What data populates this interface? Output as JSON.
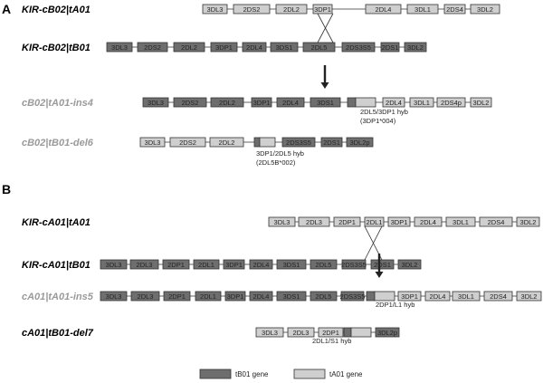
{
  "colors": {
    "tB01": "#6e6e6e",
    "tA01": "#cfcfcf",
    "dark_label": "#000000",
    "grey_label": "#9a9a9a",
    "stroke": "#333333"
  },
  "panels": [
    {
      "id": "panel-a",
      "label": "A"
    },
    {
      "id": "panel-b",
      "label": "B"
    }
  ],
  "rows": [
    {
      "id": "kir-cb02-ta01",
      "label": "KIR-cB02|tA01",
      "label_color": "dark",
      "genes": [
        {
          "name": "3DL3",
          "type": "tA01"
        },
        {
          "name": "2DS2",
          "type": "tA01"
        },
        {
          "name": "2DL2",
          "type": "tA01"
        },
        {
          "name": "3DP1",
          "type": "tA01"
        },
        {
          "name": "2DL4",
          "type": "tA01"
        },
        {
          "name": "3DL1",
          "type": "tA01"
        },
        {
          "name": "2DS4",
          "type": "tA01"
        },
        {
          "name": "3DL2",
          "type": "tA01"
        }
      ]
    },
    {
      "id": "kir-cb02-tb01",
      "label": "KIR-cB02|tB01",
      "label_color": "dark",
      "genes": [
        {
          "name": "3DL3",
          "type": "tB01"
        },
        {
          "name": "2DS2",
          "type": "tB01"
        },
        {
          "name": "2DL2",
          "type": "tB01"
        },
        {
          "name": "3DP1",
          "type": "tB01"
        },
        {
          "name": "2DL4",
          "type": "tB01"
        },
        {
          "name": "3DS1",
          "type": "tB01"
        },
        {
          "name": "2DL5",
          "type": "tB01"
        },
        {
          "name": "2DS3S5",
          "type": "tB01"
        },
        {
          "name": "2DS1",
          "type": "tB01"
        },
        {
          "name": "3DL2",
          "type": "tB01"
        }
      ]
    },
    {
      "id": "cb02-ta01-ins4",
      "label": "cB02|tA01-ins4",
      "label_color": "grey",
      "genes": [
        {
          "name": "3DL3",
          "type": "tB01"
        },
        {
          "name": "2DS2",
          "type": "tB01"
        },
        {
          "name": "2DL2",
          "type": "tB01"
        },
        {
          "name": "3DP1",
          "type": "tB01"
        },
        {
          "name": "2DL4",
          "type": "tB01"
        },
        {
          "name": "3DS1",
          "type": "tB01"
        },
        {
          "name": "",
          "type": "hybrid"
        },
        {
          "name": "2DL4",
          "type": "tA01"
        },
        {
          "name": "3DL1",
          "type": "tA01"
        },
        {
          "name": "2DS4p",
          "type": "tA01"
        },
        {
          "name": "3DL2",
          "type": "tA01"
        }
      ]
    },
    {
      "id": "cb02-tb01-del6",
      "label": "cB02|tB01-del6",
      "label_color": "grey",
      "genes": [
        {
          "name": "3DL3",
          "type": "tA01"
        },
        {
          "name": "2DS2",
          "type": "tA01"
        },
        {
          "name": "2DL2",
          "type": "tA01"
        },
        {
          "name": "",
          "type": "hybrid"
        },
        {
          "name": "2DS3S5",
          "type": "tB01"
        },
        {
          "name": "2DS1",
          "type": "tB01"
        },
        {
          "name": "3DL2p",
          "type": "tB01"
        }
      ]
    },
    {
      "id": "kir-ca01-ta01",
      "label": "KIR-cA01|tA01",
      "label_color": "dark",
      "genes": [
        {
          "name": "3DL3",
          "type": "tA01"
        },
        {
          "name": "2DL3",
          "type": "tA01"
        },
        {
          "name": "2DP1",
          "type": "tA01"
        },
        {
          "name": "2DL1",
          "type": "tA01"
        },
        {
          "name": "3DP1",
          "type": "tA01"
        },
        {
          "name": "2DL4",
          "type": "tA01"
        },
        {
          "name": "3DL1",
          "type": "tA01"
        },
        {
          "name": "2DS4",
          "type": "tA01"
        },
        {
          "name": "3DL2",
          "type": "tA01"
        }
      ]
    },
    {
      "id": "kir-ca01-tb01",
      "label": "KIR-cA01|tB01",
      "label_color": "dark",
      "genes": [
        {
          "name": "3DL3",
          "type": "tB01"
        },
        {
          "name": "2DL3",
          "type": "tB01"
        },
        {
          "name": "2DP1",
          "type": "tB01"
        },
        {
          "name": "2DL1",
          "type": "tB01"
        },
        {
          "name": "3DP1",
          "type": "tB01"
        },
        {
          "name": "2DL4",
          "type": "tB01"
        },
        {
          "name": "3DS1",
          "type": "tB01"
        },
        {
          "name": "2DL5",
          "type": "tB01"
        },
        {
          "name": "2DS3S5",
          "type": "tB01"
        },
        {
          "name": "2DS1",
          "type": "tB01"
        },
        {
          "name": "3DL2",
          "type": "tB01"
        }
      ]
    },
    {
      "id": "ca01-ta01-ins5",
      "label": "cA01|tA01-ins5",
      "label_color": "grey",
      "genes": [
        {
          "name": "3DL3",
          "type": "tB01"
        },
        {
          "name": "2DL3",
          "type": "tB01"
        },
        {
          "name": "2DP1",
          "type": "tB01"
        },
        {
          "name": "2DL1",
          "type": "tB01"
        },
        {
          "name": "3DP1",
          "type": "tB01"
        },
        {
          "name": "2DL4",
          "type": "tB01"
        },
        {
          "name": "3DS1",
          "type": "tB01"
        },
        {
          "name": "2DL5",
          "type": "tB01"
        },
        {
          "name": "2DS3S5",
          "type": "tB01"
        },
        {
          "name": "",
          "type": "hybrid"
        },
        {
          "name": "3DP1",
          "type": "tA01"
        },
        {
          "name": "2DL4",
          "type": "tA01"
        },
        {
          "name": "3DL1",
          "type": "tA01"
        },
        {
          "name": "2DS4",
          "type": "tA01"
        },
        {
          "name": "3DL2",
          "type": "tA01"
        }
      ]
    },
    {
      "id": "ca01-tb01-del7",
      "label": "cA01|tB01-del7",
      "label_color": "dark",
      "genes": [
        {
          "name": "3DL3",
          "type": "tA01"
        },
        {
          "name": "2DL3",
          "type": "tA01"
        },
        {
          "name": "2DP1",
          "type": "tA01"
        },
        {
          "name": "",
          "type": "hybrid"
        },
        {
          "name": "3DL2p",
          "type": "tB01"
        }
      ]
    }
  ],
  "annotations": [
    {
      "id": "annot-2dl5-3dp1",
      "lines": [
        "2DL5/3DP1 hyb",
        "(3DP1*004)"
      ]
    },
    {
      "id": "annot-3dp1-2dl5",
      "lines": [
        "3DP1/2DL5 hyb",
        "(2DL5B*002)"
      ]
    },
    {
      "id": "annot-2dp1-l1",
      "lines": [
        "2DP1/L1 hyb"
      ]
    },
    {
      "id": "annot-2dl1-s1",
      "lines": [
        "2DL1/S1 hyb"
      ]
    }
  ],
  "legend": [
    {
      "label": "tB01 gene",
      "type": "tB01"
    },
    {
      "label": "tA01 gene",
      "type": "tA01"
    }
  ]
}
